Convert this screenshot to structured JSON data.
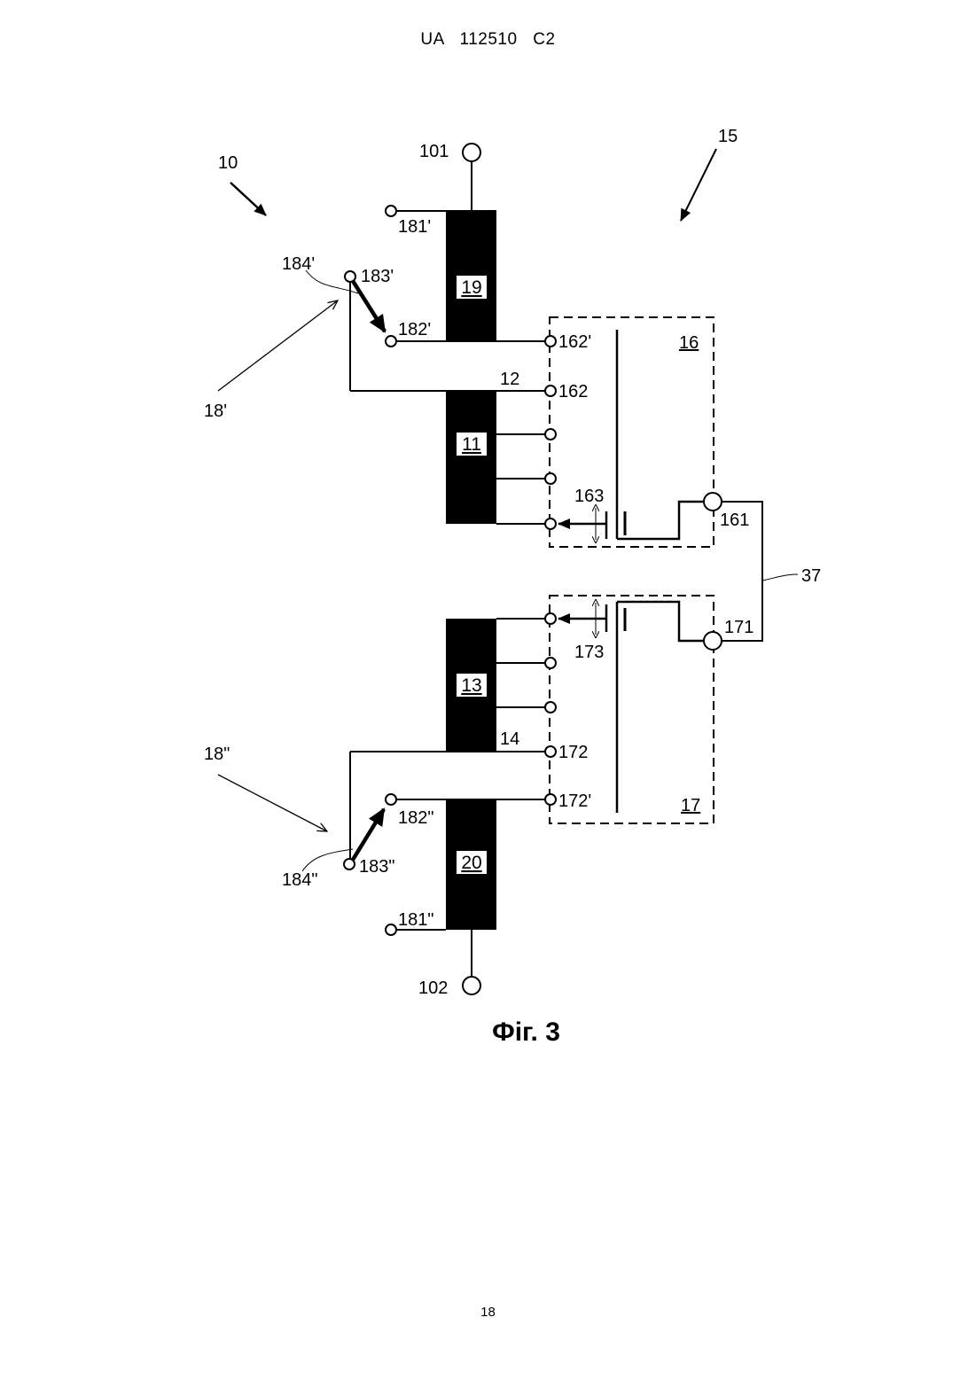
{
  "header": {
    "doc_id": "UA 112510 C2"
  },
  "figure": {
    "caption": "Фіг. 3",
    "refs": {
      "r10": "10",
      "r15": "15",
      "r101": "101",
      "r102": "102",
      "r181p": "181'",
      "r181pp": "181\"",
      "r182p": "182'",
      "r182pp": "182\"",
      "r183p": "183'",
      "r183pp": "183\"",
      "r184p": "184'",
      "r184pp": "184\"",
      "r18p": "18'",
      "r18pp": "18\"",
      "r12": "12",
      "r14": "14",
      "r162p": "162'",
      "r162": "162",
      "r163": "163",
      "r161": "161",
      "r171": "171",
      "r172": "172",
      "r172p": "172'",
      "r173": "173",
      "r16": "16",
      "r17": "17",
      "r37": "37"
    },
    "blocks": {
      "b19": "19",
      "b11": "11",
      "b13": "13",
      "b20": "20"
    }
  },
  "page_number": "18"
}
